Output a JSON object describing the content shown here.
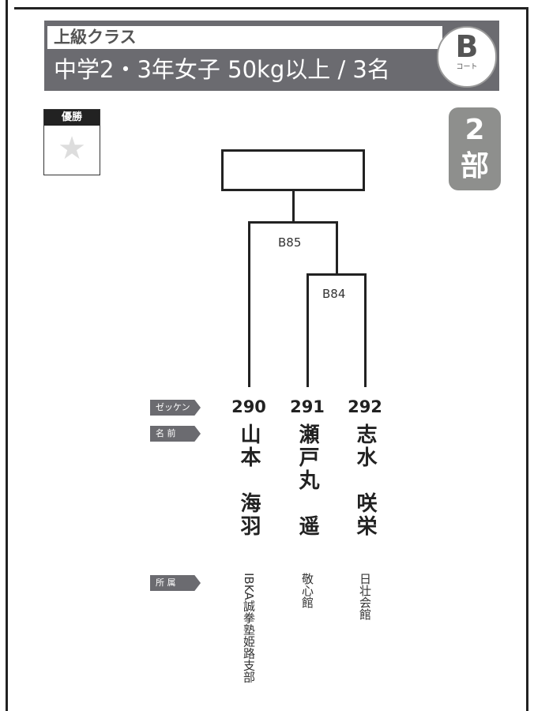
{
  "header": {
    "class_label": "上級クラス",
    "title": "中学2・3年女子 50kg以上 / 3名",
    "court_letter": "B",
    "court_label": "コート"
  },
  "winner": {
    "label": "優勝",
    "icon": "star-icon"
  },
  "part": {
    "label": "2部"
  },
  "matches": [
    {
      "id": "B85"
    },
    {
      "id": "B84"
    }
  ],
  "row_labels": {
    "bib": "ゼッケン",
    "name": "名 前",
    "affiliation": "所 属"
  },
  "competitors": [
    {
      "bib": "290",
      "name": "山本　海羽",
      "affiliation": "IBKA誠拳塾姫路支部"
    },
    {
      "bib": "291",
      "name": "瀬戸丸　遥",
      "affiliation": "敬心館"
    },
    {
      "bib": "292",
      "name": "志水　咲栄",
      "affiliation": "日壮会館"
    }
  ]
}
